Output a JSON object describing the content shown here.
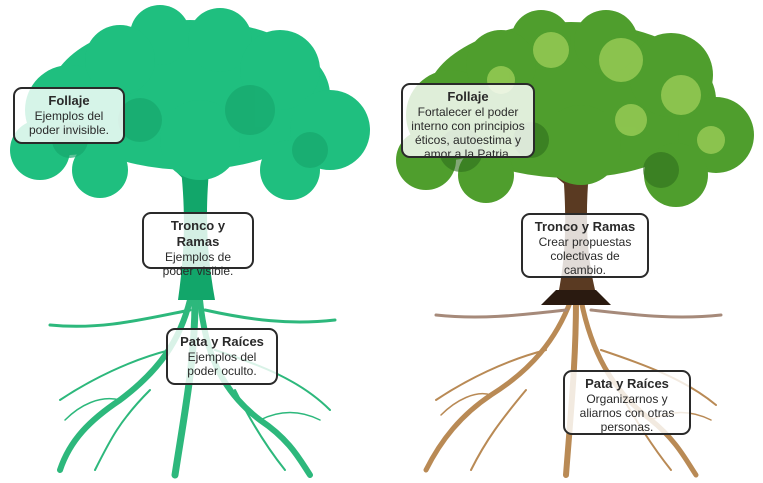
{
  "left_tree": {
    "follaje": {
      "title": "Follaje",
      "text": "Ejemplos del poder invisible."
    },
    "tronco": {
      "title": "Tronco y Ramas",
      "text": "Ejemplos de poder visible."
    },
    "raices": {
      "title": "Pata y Raíces",
      "text": "Ejemplos del poder oculto."
    },
    "colors": {
      "canopy": "#1fbf7f",
      "trunk": "#12a66a",
      "roots": "#2db87c"
    }
  },
  "right_tree": {
    "follaje": {
      "title": "Follaje",
      "text": "Fortalecer el poder interno con principios éticos, autoestima y amor a la Patria."
    },
    "tronco": {
      "title": "Tronco y Ramas",
      "text": "Crear propuestas colectivas de cambio."
    },
    "raices": {
      "title": "Pata y Raíces",
      "text": "Organizarnos y aliarnos con otras personas."
    },
    "colors": {
      "canopy": "#4f9e2d",
      "trunk": "#5a3a22",
      "roots": "#b98a55"
    }
  }
}
